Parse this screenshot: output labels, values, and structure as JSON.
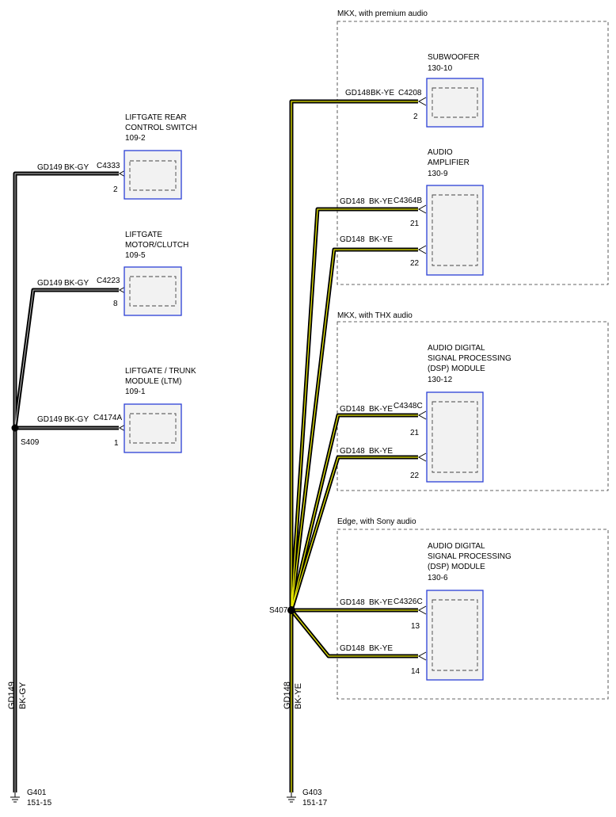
{
  "regions": {
    "premium": "MKX, with premium audio",
    "thx": "MKX, with THX audio",
    "sony": "Edge, with Sony audio"
  },
  "components": {
    "rear_switch": {
      "l1": "LIFTGATE REAR",
      "l2": "CONTROL SWITCH",
      "ref": "109-2"
    },
    "motor_clutch": {
      "l1": "LIFTGATE",
      "l2": "MOTOR/CLUTCH",
      "ref": "109-5"
    },
    "ltm": {
      "l1": "LIFTGATE / TRUNK",
      "l2": "MODULE (LTM)",
      "ref": "109-1"
    },
    "subwoofer": {
      "l1": "SUBWOOFER",
      "ref": "130-10"
    },
    "amplifier": {
      "l1": "AUDIO",
      "l2": "AMPLIFIER",
      "ref": "130-9"
    },
    "dsp_thx": {
      "l1": "AUDIO DIGITAL",
      "l2": "SIGNAL PROCESSING",
      "l3": "(DSP) MODULE",
      "ref": "130-12"
    },
    "dsp_sony": {
      "l1": "AUDIO DIGITAL",
      "l2": "SIGNAL PROCESSING",
      "l3": "(DSP) MODULE",
      "ref": "130-6"
    }
  },
  "wires": {
    "w1": {
      "circuit": "GD149",
      "color": "BK-GY",
      "connector": "C4333",
      "pin": "2"
    },
    "w2": {
      "circuit": "GD149",
      "color": "BK-GY",
      "connector": "C4223",
      "pin": "8"
    },
    "w3": {
      "circuit": "GD149",
      "color": "BK-GY",
      "connector": "C4174A",
      "pin": "1"
    },
    "sub": {
      "circuit": "GD148",
      "color": "BK-YE",
      "connector": "C4208",
      "pin": "2"
    },
    "amp21": {
      "circuit": "GD148",
      "color": "BK-YE",
      "connector": "C4364B",
      "pin": "21"
    },
    "amp22": {
      "circuit": "GD148",
      "color": "BK-YE",
      "pin": "22"
    },
    "thx21": {
      "circuit": "GD148",
      "color": "BK-YE",
      "connector": "C4348C",
      "pin": "21"
    },
    "thx22": {
      "circuit": "GD148",
      "color": "BK-YE",
      "pin": "22"
    },
    "sony13": {
      "circuit": "GD148",
      "color": "BK-YE",
      "connector": "C4326C",
      "pin": "13"
    },
    "sony14": {
      "circuit": "GD148",
      "color": "BK-YE",
      "pin": "14"
    }
  },
  "splices": {
    "s409": "S409",
    "s407": "S407"
  },
  "vertical_labels": {
    "left_circuit": "GD149",
    "left_color": "BK-GY",
    "right_circuit": "GD148",
    "right_color": "BK-YE"
  },
  "grounds": {
    "g401": {
      "id": "G401",
      "ref": "151-15"
    },
    "g403": {
      "id": "G403",
      "ref": "151-17"
    }
  },
  "colors": {
    "component_border": "#2b3fd6",
    "component_fill": "#f2f2f2",
    "wire_black": "#000000",
    "wire_tracer_yellow": "#e8e800",
    "wire_tracer_gray": "#c7c7c7"
  }
}
